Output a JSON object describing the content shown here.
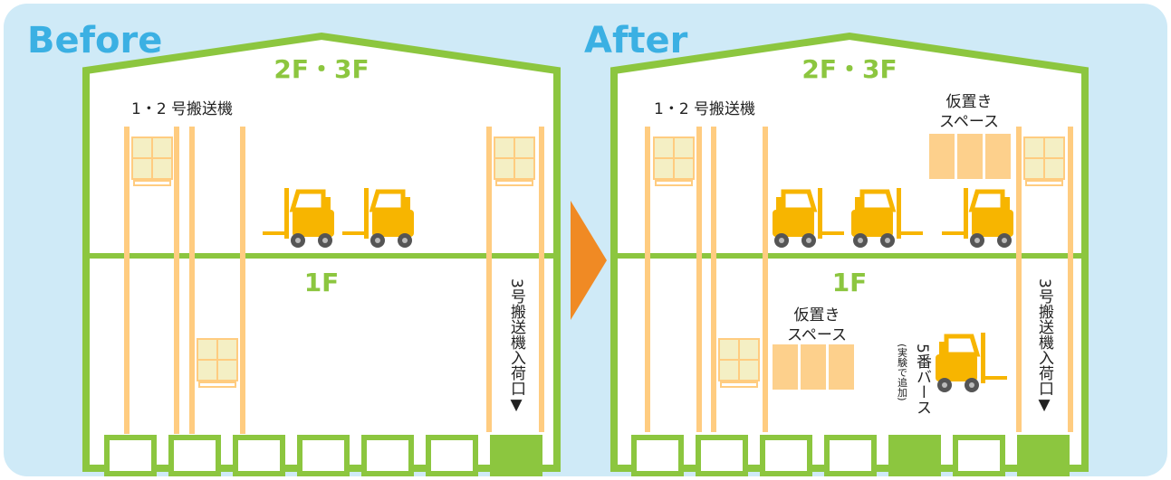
{
  "before": {
    "title": "Before",
    "upper_floor": "2F・3F",
    "lower_floor": "1F",
    "lift_label": "1・2 号搬送機",
    "entry_label": "3号搬送機入荷口▼"
  },
  "after": {
    "title": "After",
    "upper_floor": "2F・3F",
    "lower_floor": "1F",
    "lift_label": "1・2 号搬送機",
    "entry_label": "3号搬送機入荷口▼",
    "temp_space_upper_l1": "仮置き",
    "temp_space_upper_l2": "スペース",
    "temp_space_lower_l1": "仮置き",
    "temp_space_lower_l2": "スペース",
    "berth_label": "5番バース",
    "berth_note": "(実験で追加)"
  },
  "colors": {
    "background": "#cfeaf7",
    "title": "#3bb0e3",
    "wall": "#8cc63f",
    "rail": "#ffcc80",
    "pallet": "#f4efc4",
    "forklift": "#f7b500",
    "arrow": "#f08a24",
    "highlighted_dock": "#8cc63f"
  }
}
